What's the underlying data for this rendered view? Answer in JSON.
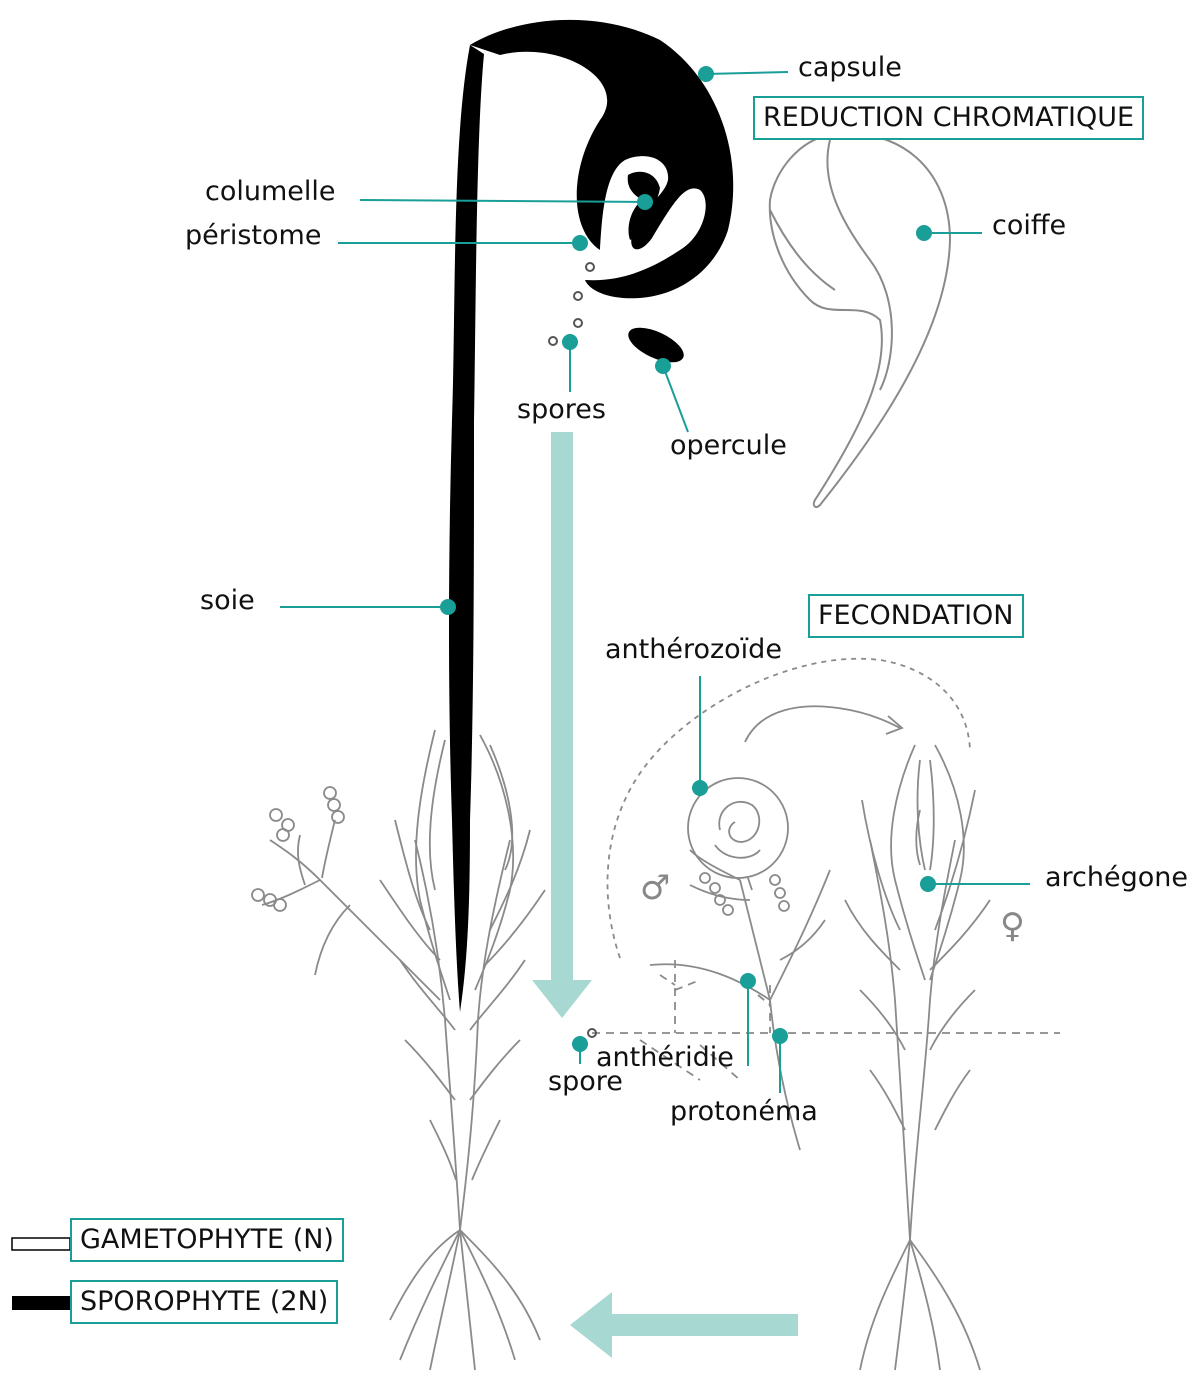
{
  "labels": {
    "capsule": "capsule",
    "columelle": "columelle",
    "peristome": "péristome",
    "coiffe": "coiffe",
    "spores": "spores",
    "opercule": "opercule",
    "soie": "soie",
    "antherozoide": "anthérozoïde",
    "archegone": "archégone",
    "antheridie": "anthéridie",
    "spore": "spore",
    "protonema": "protonéma"
  },
  "boxes": {
    "reduction": "REDUCTION CHROMATIQUE",
    "fecondation": "FECONDATION",
    "gametophyte": "GAMETOPHYTE (N)",
    "sporophyte": "SPOROPHYTE (2N)"
  },
  "symbols": {
    "male": "♂",
    "female": "♀"
  },
  "colors": {
    "accent": "#1a9e98",
    "arrow": "#a7d8d2",
    "sporophyte": "#000000",
    "gametophyte_line": "#888888"
  }
}
